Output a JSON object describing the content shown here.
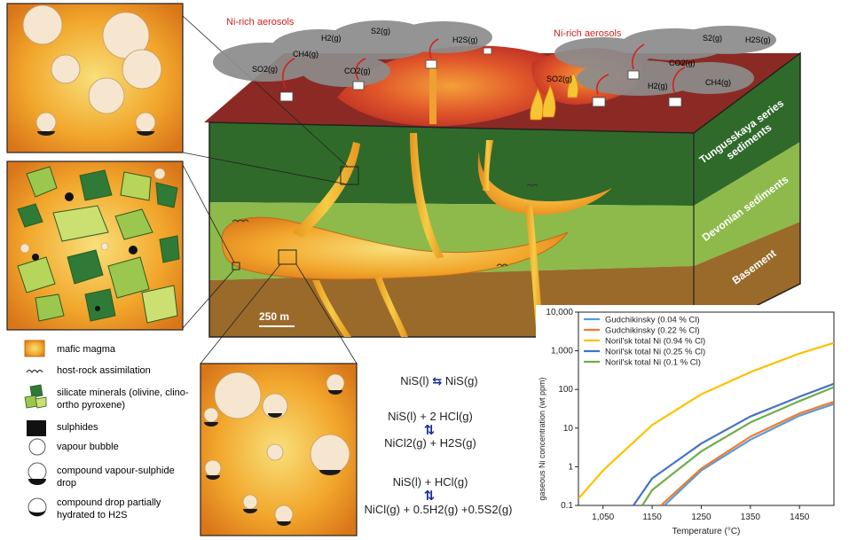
{
  "scene": {
    "aerosol_left": "Ni-rich aerosols",
    "aerosol_right": "Ni-rich aerosols",
    "gases_left": [
      "H2(g)",
      "S2(g)",
      "CH4(g)",
      "H2S(g)",
      "SO2(g)",
      "CO2(g)"
    ],
    "gases_right": [
      "S2(g)",
      "H2S(g)",
      "SO2(g)",
      "CO2(g)",
      "H2(g)",
      "CH4(g)"
    ],
    "layers": [
      "Tungusskaya series sediments",
      "Devonian sediments",
      "Basement"
    ],
    "scale_bar": "250 m"
  },
  "legend": [
    {
      "label": "mafic magma",
      "icon": "magma-swatch-icon"
    },
    {
      "label": "host-rock assimilation",
      "icon": "assimilation-icon"
    },
    {
      "label": "silicate minerals (olivine, clino-ortho pyroxene)",
      "icon": "silicate-icon"
    },
    {
      "label": "sulphides",
      "icon": "sulphide-icon"
    },
    {
      "label": "vapour bubble",
      "icon": "bubble-icon"
    },
    {
      "label": "compound vapour-sulphide drop",
      "icon": "compound-drop-icon"
    },
    {
      "label": "compound drop partially hydrated to H2S",
      "icon": "hydrated-drop-icon"
    }
  ],
  "equations": {
    "eq1_left": "NiS(l)",
    "eq1_right": "NiS(g)",
    "eq2_top": "NiS(l) + 2 HCl(g)",
    "eq2_bottom": "NiCl2(g) + H2S(g)",
    "eq3_top": "NiS(l) + HCl(g)",
    "eq3_bottom": "NiCl(g) + 0.5H2(g) +0.5S2(g)"
  },
  "colors": {
    "magma_orange": "#e8951e",
    "lava_red": "#c0392b",
    "green_dark": "#2f6a2b",
    "green_light": "#8dba4a",
    "basement_brown": "#9a6a2a",
    "gudchikinsky_004": "#5b9bd5",
    "gudchikinsky_022": "#ed7d31",
    "norilsk_094": "#ffc000",
    "norilsk_025": "#4472c4",
    "norilsk_01": "#70ad47"
  },
  "chart_data": {
    "type": "line",
    "title": "",
    "xlabel": "Temperature (°C)",
    "ylabel": "gaseous Ni concentration (wt ppm)",
    "x_ticks": [
      "1,050",
      "1150",
      "1250",
      "1350",
      "1450"
    ],
    "y_ticks": [
      "0.1",
      "1",
      "10",
      "100",
      "1,000",
      "10,000"
    ],
    "xlim": [
      1000,
      1520
    ],
    "ylim": [
      0.1,
      10000
    ],
    "y_scale": "log",
    "legend_position": "top-left",
    "series": [
      {
        "name": "Gudchikinsky (0.04 % Cl)",
        "color": "#5b9bd5",
        "x": [
          1175,
          1250,
          1350,
          1450,
          1520
        ],
        "y": [
          0.1,
          0.8,
          5,
          21,
          42
        ]
      },
      {
        "name": "Gudchikinsky (0.22 % Cl)",
        "color": "#ed7d31",
        "x": [
          1168,
          1250,
          1350,
          1450,
          1520
        ],
        "y": [
          0.1,
          0.9,
          6,
          24,
          48
        ]
      },
      {
        "name": "Noril'sk total Ni (0.94 % Cl)",
        "color": "#ffc000",
        "x": [
          1000,
          1050,
          1150,
          1250,
          1350,
          1450,
          1520
        ],
        "y": [
          0.15,
          0.8,
          12,
          75,
          280,
          850,
          1600
        ]
      },
      {
        "name": "Noril'sk total Ni (0.25 % Cl)",
        "color": "#4472c4",
        "x": [
          1112,
          1150,
          1250,
          1350,
          1450,
          1520
        ],
        "y": [
          0.1,
          0.5,
          4,
          20,
          65,
          140
        ]
      },
      {
        "name": "Noril'sk total Ni (0.1 % Cl)",
        "color": "#70ad47",
        "x": [
          1130,
          1150,
          1250,
          1350,
          1450,
          1520
        ],
        "y": [
          0.1,
          0.25,
          2.5,
          14,
          50,
          115
        ]
      }
    ]
  }
}
